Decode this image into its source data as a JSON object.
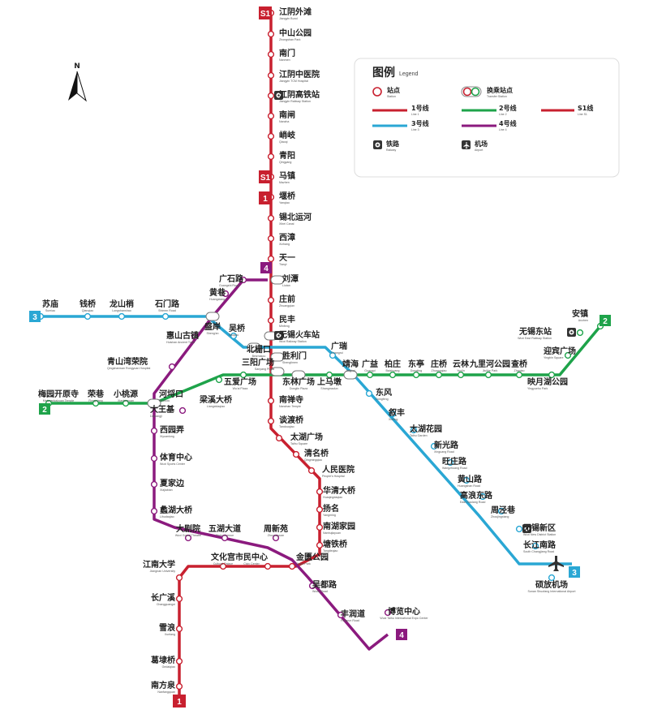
{
  "colors": {
    "line1": "#c8202f",
    "line2": "#1ea34a",
    "line3": "#2aa7d4",
    "line4": "#8b1a7e",
    "lineS1": "#c8202f"
  },
  "north_label": "N",
  "legend": {
    "title": "图例",
    "subtitle": "Legend",
    "station": {
      "cn": "站点",
      "en": "Station"
    },
    "transfer": {
      "cn": "换乘站点",
      "en": "Transfer Station"
    },
    "line1": {
      "cn": "1号线",
      "en": "Line 1"
    },
    "line2": {
      "cn": "2号线",
      "en": "Line 2"
    },
    "lineS1": {
      "cn": "S1线",
      "en": "Line S1"
    },
    "line3": {
      "cn": "3号线",
      "en": "Line 3"
    },
    "line4": {
      "cn": "4号线",
      "en": "Line 4"
    },
    "railway": {
      "cn": "铁路",
      "en": "Railway"
    },
    "airport": {
      "cn": "机场",
      "en": "Airport"
    }
  },
  "badges": {
    "s1": "S1",
    "l1": "1",
    "l2": "2",
    "l3": "3",
    "l4": "4"
  },
  "stations": [
    {
      "cn": "江阴外滩",
      "en": "Jiangyin Bund",
      "line": "S1"
    },
    {
      "cn": "中山公园",
      "en": "Zhongshan Park",
      "line": "S1"
    },
    {
      "cn": "南门",
      "en": "Nanmen",
      "line": "S1"
    },
    {
      "cn": "江阴中医院",
      "en": "Jiangyin TCM Hospital",
      "line": "S1"
    },
    {
      "cn": "江阴高铁站",
      "en": "Jiangyin Railway Station",
      "line": "S1"
    },
    {
      "cn": "南闸",
      "en": "Nanzha",
      "line": "S1"
    },
    {
      "cn": "峭岐",
      "en": "Qiaoqi",
      "line": "S1"
    },
    {
      "cn": "青阳",
      "en": "Qingyang",
      "line": "S1"
    },
    {
      "cn": "马镇",
      "en": "Mazhen",
      "line": "S1"
    },
    {
      "cn": "堰桥",
      "en": "Yanqiao",
      "line": "1"
    },
    {
      "cn": "锡北运河",
      "en": "Xibei Canal",
      "line": "1"
    },
    {
      "cn": "西漳",
      "en": "Xizhang",
      "line": "1"
    },
    {
      "cn": "天一",
      "en": "Tianyi",
      "line": "1"
    },
    {
      "cn": "刘潭",
      "en": "Liutan",
      "line": "1"
    },
    {
      "cn": "庄前",
      "en": "Zhuangqian",
      "line": "1"
    },
    {
      "cn": "民丰",
      "en": "Minfeng",
      "line": "1"
    },
    {
      "cn": "无锡火车站",
      "en": "Wuxi Railway Station",
      "line": "1"
    },
    {
      "cn": "胜利门",
      "en": "Shenglimen",
      "line": "1"
    },
    {
      "cn": "三阳广场",
      "en": "Sanyang Plaza",
      "line": "1"
    },
    {
      "cn": "南禅寺",
      "en": "Nanchan Temple",
      "line": "1"
    },
    {
      "cn": "谈渡桥",
      "en": "Tandouqiao",
      "line": "1"
    },
    {
      "cn": "太湖广场",
      "en": "Taihu Square",
      "line": "1"
    },
    {
      "cn": "清名桥",
      "en": "Qingmingqiao",
      "line": "1"
    },
    {
      "cn": "人民医院",
      "en": "People's Hospital",
      "line": "1"
    },
    {
      "cn": "华清大桥",
      "en": "Huaqingdaqiao",
      "line": "1"
    },
    {
      "cn": "扬名",
      "en": "Yangming",
      "line": "1"
    },
    {
      "cn": "南湖家园",
      "en": "Nanhujiayuan",
      "line": "1"
    },
    {
      "cn": "塘铁桥",
      "en": "Tangtieqiao",
      "line": "1"
    },
    {
      "cn": "金匮公园",
      "en": "Jingui Park",
      "line": "1"
    },
    {
      "cn": "市民中心",
      "en": "Civic Center",
      "line": "1"
    },
    {
      "cn": "文化宫",
      "en": "Cultural Palace",
      "line": "1"
    },
    {
      "cn": "江南大学",
      "en": "Jiangnan University",
      "line": "1"
    },
    {
      "cn": "长广溪",
      "en": "Changguangxi",
      "line": "1"
    },
    {
      "cn": "雪浪",
      "en": "Xuelang",
      "line": "1"
    },
    {
      "cn": "葛埭桥",
      "en": "Gedaiqiao",
      "line": "1"
    },
    {
      "cn": "南方泉",
      "en": "Nanfangquan",
      "line": "1"
    },
    {
      "cn": "梅园开原寺",
      "en": "Meiyuankaiyuan Temple",
      "line": "2"
    },
    {
      "cn": "荣巷",
      "en": "Rongxiang",
      "line": "2"
    },
    {
      "cn": "小桃源",
      "en": "Xiaotaoyuan",
      "line": "2"
    },
    {
      "cn": "河埒口",
      "en": "Helekou",
      "line": "2"
    },
    {
      "cn": "梁溪大桥",
      "en": "Liangxidaqiao",
      "line": "2"
    },
    {
      "cn": "五爱广场",
      "en": "Wu'ai Plaza",
      "line": "2"
    },
    {
      "cn": "东林广场",
      "en": "Donglin Plaza",
      "line": "2"
    },
    {
      "cn": "上马墩",
      "en": "Shangmadun",
      "line": "2"
    },
    {
      "cn": "靖海",
      "en": "Jinghai",
      "line": "2"
    },
    {
      "cn": "广益",
      "en": "Guangyi",
      "line": "2"
    },
    {
      "cn": "柏庄",
      "en": "Baizhuang",
      "line": "2"
    },
    {
      "cn": "东亭",
      "en": "Dongting",
      "line": "2"
    },
    {
      "cn": "庄桥",
      "en": "Zhuangqiao",
      "line": "2"
    },
    {
      "cn": "云林",
      "en": "Yunlin",
      "line": "2"
    },
    {
      "cn": "九里河公园",
      "en": "Jiulihe Park",
      "line": "2"
    },
    {
      "cn": "查桥",
      "en": "Zhaqiao",
      "line": "2"
    },
    {
      "cn": "映月湖公园",
      "en": "Yingyuehu Park",
      "line": "2"
    },
    {
      "cn": "迎宾广场",
      "en": "Yingbin Square",
      "line": "2"
    },
    {
      "cn": "无锡东站",
      "en": "Wuxi East Railway Station",
      "line": "2"
    },
    {
      "cn": "安镇",
      "en": "Anzhen",
      "line": "2"
    },
    {
      "cn": "苏庙",
      "en": "Sumiao",
      "line": "3"
    },
    {
      "cn": "钱桥",
      "en": "Qianqiao",
      "line": "3"
    },
    {
      "cn": "龙山梢",
      "en": "Longshanshao",
      "line": "3"
    },
    {
      "cn": "石门路",
      "en": "Shimen Road",
      "line": "3"
    },
    {
      "cn": "盛岸",
      "en": "Sheng'an",
      "line": "3"
    },
    {
      "cn": "吴桥",
      "en": "Wuqiao",
      "line": "3"
    },
    {
      "cn": "北栅口",
      "en": "Beizhakou",
      "line": "3"
    },
    {
      "cn": "广瑞",
      "en": "Guangrui",
      "line": "3"
    },
    {
      "cn": "东风",
      "en": "Dongfeng",
      "line": "3"
    },
    {
      "cn": "叙丰",
      "en": "Xufeng",
      "line": "3"
    },
    {
      "cn": "太湖花园",
      "en": "Taihu Garden",
      "line": "3"
    },
    {
      "cn": "新光路",
      "en": "Xinguang Road",
      "line": "3"
    },
    {
      "cn": "旺庄路",
      "en": "Wangzhuang Road",
      "line": "3"
    },
    {
      "cn": "黄山路",
      "en": "Huangshan Road",
      "line": "3"
    },
    {
      "cn": "高浪东路",
      "en": "East Gaolang Road",
      "line": "3"
    },
    {
      "cn": "周泾巷",
      "en": "Zhoujingxiang",
      "line": "3"
    },
    {
      "cn": "无锡新区",
      "en": "Wuxi New District Station",
      "line": "3"
    },
    {
      "cn": "长江南路",
      "en": "South Changjiang Road",
      "line": "3"
    },
    {
      "cn": "硕放机场",
      "en": "Sunan Shuofang International Airport",
      "line": "3"
    },
    {
      "cn": "广石路",
      "en": "Guangshi Road",
      "line": "4"
    },
    {
      "cn": "黄巷",
      "en": "Huangxiang",
      "line": "4"
    },
    {
      "cn": "惠山古镇",
      "en": "Huishan Ancient Town",
      "line": "4"
    },
    {
      "cn": "青山湾荣院",
      "en": "Qingshanwan Rongyuan Hospital",
      "line": "4"
    },
    {
      "cn": "大王基",
      "en": "Dawangji",
      "line": "4"
    },
    {
      "cn": "西园弄",
      "en": "Xiyuanlong",
      "line": "4"
    },
    {
      "cn": "体育中心",
      "en": "Wuxi Sports Center",
      "line": "4"
    },
    {
      "cn": "夏家边",
      "en": "Xiajiabian",
      "line": "4"
    },
    {
      "cn": "蠡湖大桥",
      "en": "Lihudaqiao",
      "line": "4"
    },
    {
      "cn": "大剧院",
      "en": "Wuxi Grand Theatre",
      "line": "4"
    },
    {
      "cn": "五湖大道",
      "en": "Wuhu Avenue",
      "line": "4"
    },
    {
      "cn": "周新苑",
      "en": "Zhouxinyuan",
      "line": "4"
    },
    {
      "cn": "吴都路",
      "en": "Wudu Road",
      "line": "4"
    },
    {
      "cn": "丰润道",
      "en": "Fengrun Road",
      "line": "4"
    },
    {
      "cn": "博览中心",
      "en": "Wuxi Taihu International Expo Center",
      "line": "4"
    }
  ]
}
